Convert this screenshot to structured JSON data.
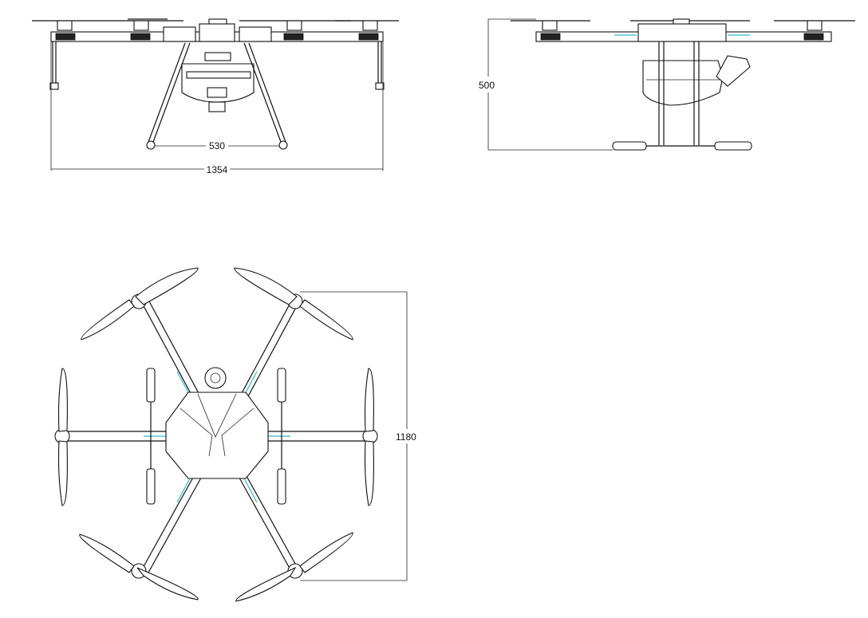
{
  "dimensions": {
    "front_leg_span": "530",
    "front_overall_width": "1354",
    "side_height": "500",
    "top_span": "1180"
  }
}
